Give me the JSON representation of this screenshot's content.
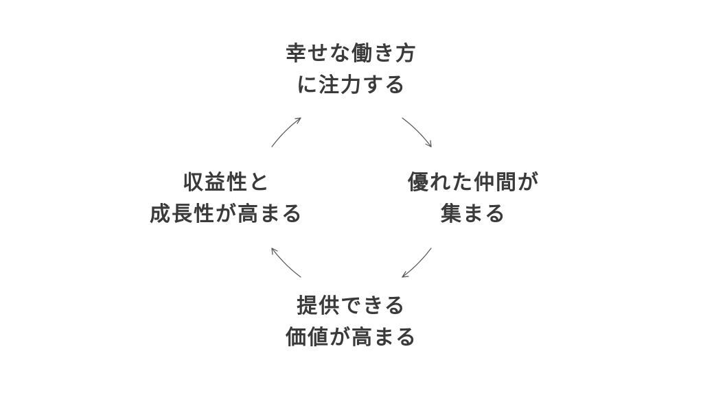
{
  "cycle": {
    "top": {
      "line1": "幸せな働き方",
      "line2": "に注力する"
    },
    "right": {
      "line1": "優れた仲間が",
      "line2": "集まる"
    },
    "bottom": {
      "line1": "提供できる",
      "line2": "価値が高まる"
    },
    "left": {
      "line1": "収益性と",
      "line2": "成長性が高まる"
    }
  },
  "colors": {
    "text": "#3a3a3a",
    "arrow": "#555555",
    "background": "#ffffff"
  }
}
